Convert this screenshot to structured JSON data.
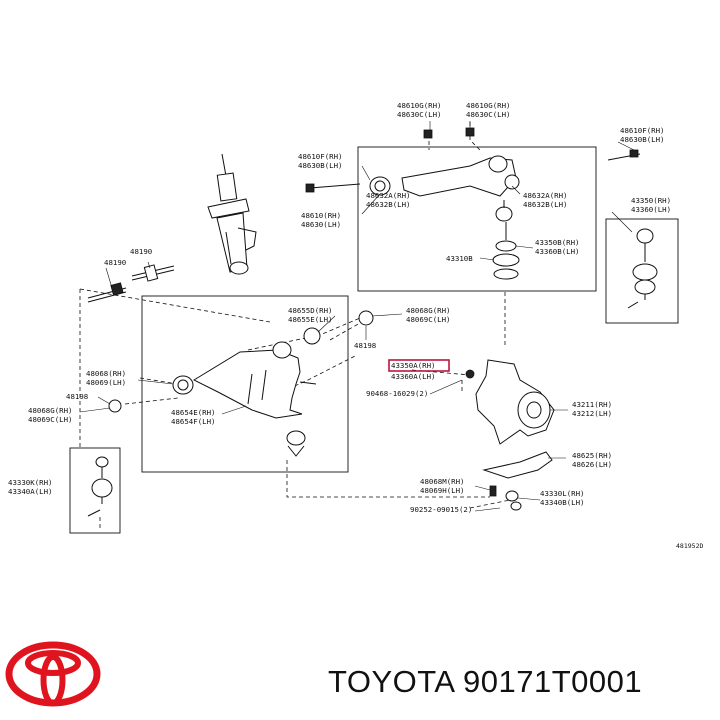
{
  "labels": {
    "l48610g": "48610G(RH)",
    "l48630c": "48630C(LH)",
    "r48610g": "48610G(RH)",
    "r48630c": "48630C(LH)",
    "l48610f": "48610F(RH)",
    "l48630b": "48630B(LH)",
    "r48610f": "48610F(RH)",
    "r48630b": "48630B(LH)",
    "l48632a": "48632A(RH)",
    "l48632b": "48632B(LH)",
    "r48632a": "48632A(RH)",
    "r48632b": "48632B(LH)",
    "l48610": "48610(RH)",
    "l48630": "48630(LH)",
    "p43350": "43350(RH)",
    "p43360": "43360(LH)",
    "p43350b": "43350B(RH)",
    "p43360b": "43360B(LH)",
    "p43310": "43310B",
    "p48190a": "48190",
    "p48190b": "48190",
    "p48655d": "48655D(RH)",
    "p48655e": "48655E(LH)",
    "p48068g_top": "48068G(RH)",
    "p48069c_top": "48069C(LH)",
    "p48198_top": "48198",
    "p48068": "48068(RH)",
    "p48069": "48069(LH)",
    "p43350a": "43350A(RH)",
    "p43360a": "43360A(LH)",
    "p90468": "90468-16029(2)",
    "p48198": "48198",
    "p48068g": "48068G(RH)",
    "p48069c": "48069C(LH)",
    "p48654e": "48654E(RH)",
    "p48654f": "48654F(LH)",
    "p43211": "43211(RH)",
    "p43212": "43212(LH)",
    "p48625": "48625(RH)",
    "p48626": "48626(LH)",
    "p48068m": "48068M(RH)",
    "p48069h": "48069H(LH)",
    "p43330l": "43330L(RH)",
    "p43340b": "43340B(LH)",
    "p43330k": "43330K(RH)",
    "p43340a": "43340A(LH)",
    "p90252": "90252-09015(2)",
    "ref": "481952D"
  },
  "footer": {
    "title": "TOYOTA 90171T0001"
  },
  "colors": {
    "logo": "#e0141e",
    "highlight": "#c0143c",
    "ink": "#111111"
  },
  "icons": {
    "logo": "toyota-logo-icon"
  }
}
